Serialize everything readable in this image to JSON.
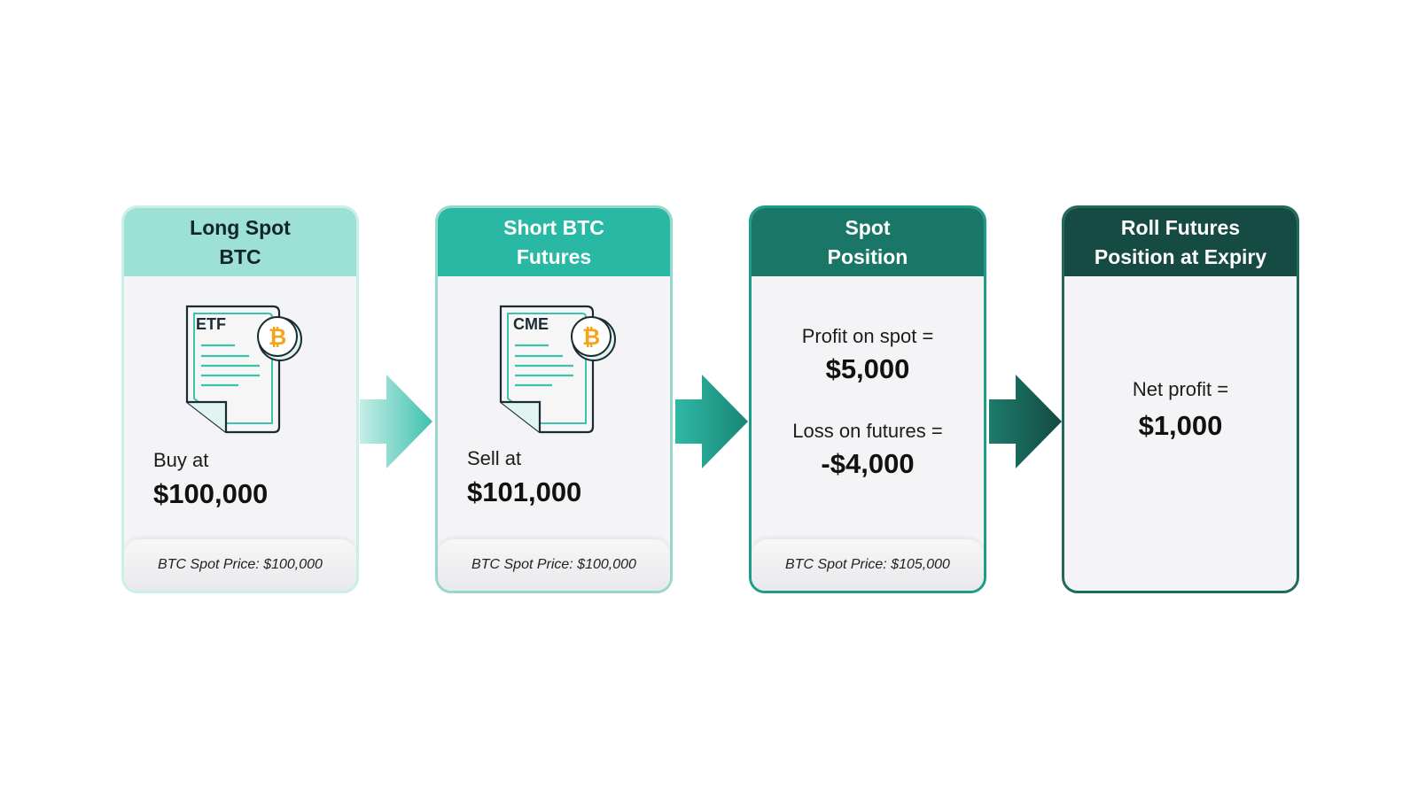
{
  "steps": [
    {
      "title": "Long Spot\nBTC",
      "doc_label": "ETF",
      "action_label": "Buy at",
      "action_value": "$100,000",
      "footer": "BTC Spot Price: $100,000"
    },
    {
      "title": "Short BTC\nFutures",
      "doc_label": "CME",
      "action_label": "Sell at",
      "action_value": "$101,000",
      "footer": "BTC Spot Price: $100,000"
    },
    {
      "title": "Spot\nPosition",
      "profit_label": "Profit on spot =",
      "profit_value": "$5,000",
      "loss_label": "Loss on futures =",
      "loss_value": "-$4,000",
      "footer": "BTC Spot Price: $105,000"
    },
    {
      "title": "Roll Futures\nPosition at Expiry",
      "net_label": "Net profit =",
      "net_value": "$1,000"
    }
  ],
  "colors": {
    "step1_header": "#9de0d6",
    "step2_header": "#29b8a4",
    "step3_header": "#1a7667",
    "step4_header": "#154b42",
    "bitcoin_orange": "#f7a21b"
  },
  "icons": [
    "document-icon",
    "bitcoin-coin-icon",
    "arrow-right-icon"
  ]
}
